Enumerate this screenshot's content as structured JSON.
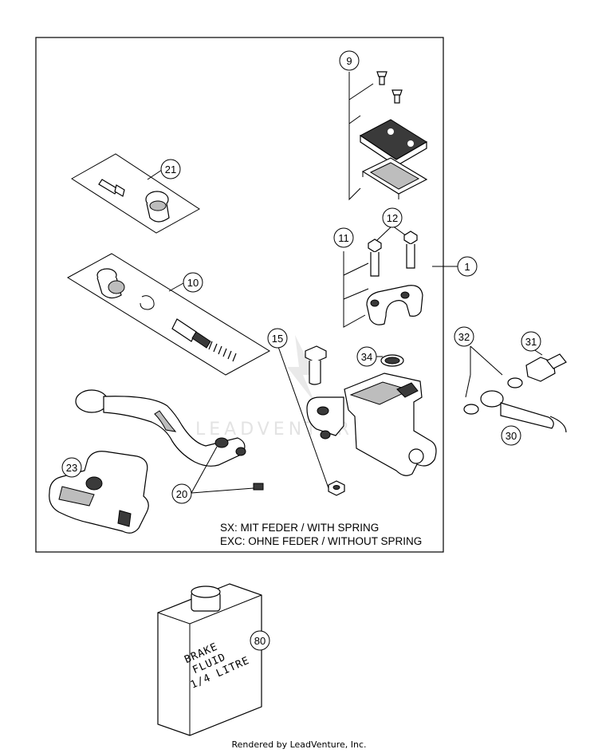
{
  "callouts": {
    "c1": "1",
    "c9": "9",
    "c10": "10",
    "c11": "11",
    "c12": "12",
    "c15": "15",
    "c20": "20",
    "c21": "21",
    "c23": "23",
    "c30": "30",
    "c31": "31",
    "c32": "32",
    "c34": "34",
    "c80": "80"
  },
  "notes": {
    "sx": "SX: MIT FEDER / WITH SPRING",
    "exc": "EXC: OHNE FEDER / WITHOUT SPRING"
  },
  "bottle": {
    "line1": "BRAKE",
    "line2": "FLUID",
    "line3": "1/4 LITRE"
  },
  "watermark": "LEADVENTURE",
  "footer": "Rendered by LeadVenture, Inc."
}
